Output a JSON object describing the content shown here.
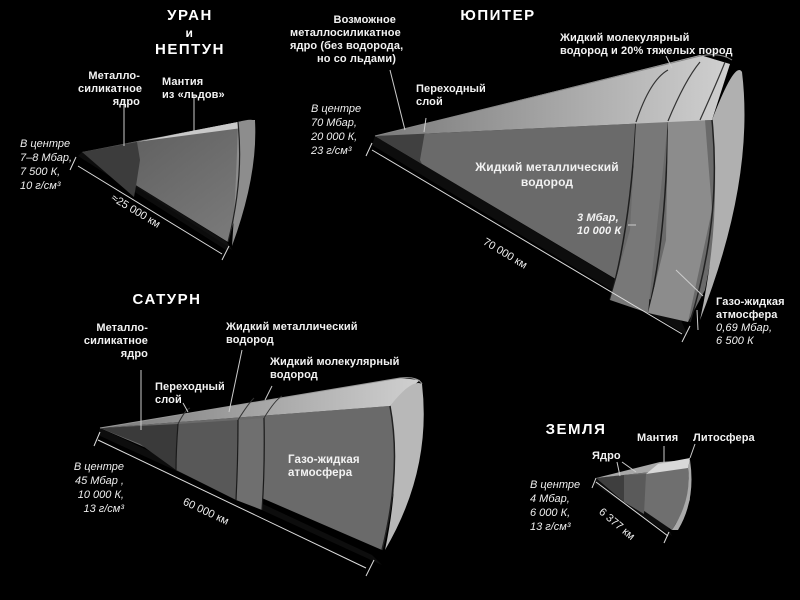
{
  "planets": {
    "uranus_neptune": {
      "title_line1": "УРАН",
      "title_line2": "и",
      "title_line3": "НЕПТУН",
      "core_label": [
        "Металло-",
        "силикатное",
        "ядро"
      ],
      "mantle_label": [
        "Мантия",
        "из «льдов»"
      ],
      "center_info": [
        "В центре",
        "7–8 Мбар,",
        "7 500 К,",
        "10 г/см³"
      ],
      "radius": "≈25 000 км"
    },
    "jupiter": {
      "title": "ЮПИТЕР",
      "core_label": [
        "Возможное",
        "металлосиликатное",
        "ядро (без водорода,",
        "но со льдами)"
      ],
      "transition_label": [
        "Переходный",
        "слой"
      ],
      "molecular_label": [
        "Жидкий молекулярный",
        "водород и 20% тяжелых пород"
      ],
      "metallic_label": [
        "Жидкий металлический",
        "водород"
      ],
      "boundary_info": [
        "3 Мбар,",
        "10 000 К"
      ],
      "atmosphere_label": [
        "Газо-жидкая",
        "атмосфера"
      ],
      "atmosphere_info": [
        "0,69 Мбар,",
        "6 500 К"
      ],
      "center_info": [
        "В центре",
        "70 Мбар,",
        "20 000 К,",
        "23 г/см³"
      ],
      "radius": "70 000 км"
    },
    "saturn": {
      "title": "САТУРН",
      "core_label": [
        "Металло-",
        "силикатное",
        "ядро"
      ],
      "transition_label": [
        "Переходный",
        "слой"
      ],
      "metallic_label": [
        "Жидкий металлический",
        "водород"
      ],
      "molecular_label": [
        "Жидкий молекулярный",
        "водород"
      ],
      "atmosphere_label": [
        "Газо-жидкая",
        "атмосфера"
      ],
      "center_info": [
        "В центре",
        "45 Мбар ,",
        "10 000 К,",
        "13 г/см³"
      ],
      "radius": "60 000 км"
    },
    "earth": {
      "title": "ЗЕМЛЯ",
      "core_label": "Ядро",
      "mantle_label": "Мантия",
      "lithosphere_label": "Литосфера",
      "center_info": [
        "В центре",
        "4 Мбар,",
        "6 000 К,",
        "13 г/см³"
      ],
      "radius": "6 377 км"
    }
  },
  "colors": {
    "background": "#000000",
    "text": "#f2f2f2",
    "core_dark": "#3a3a3a",
    "layer_mid": "#6b6b6b",
    "layer_light": "#8a8a8a",
    "surface_light": "#c8c8c8",
    "edge_dark": "#111111"
  }
}
